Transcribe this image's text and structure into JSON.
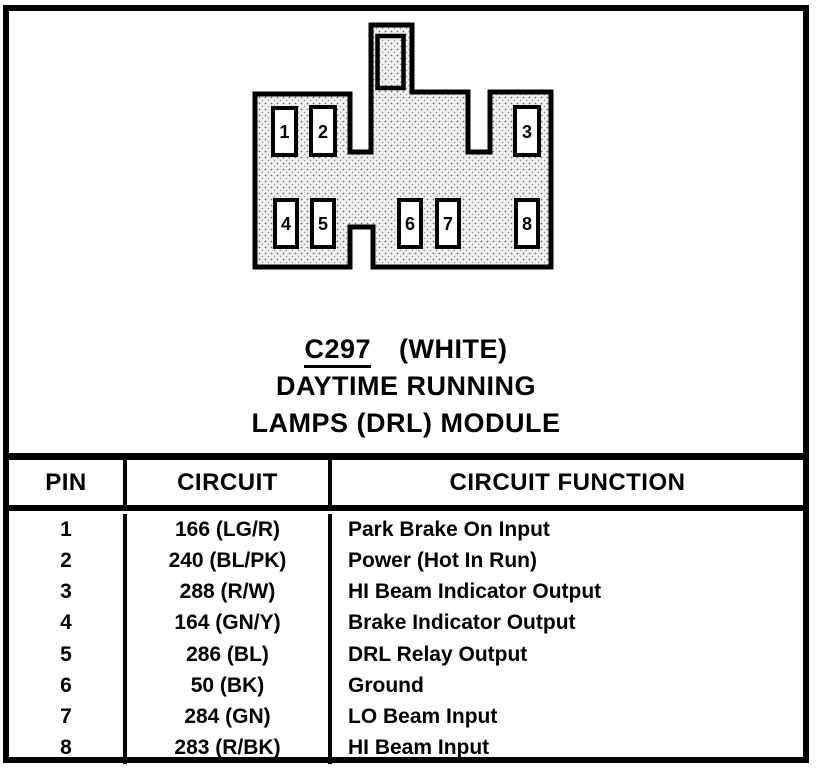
{
  "page": {
    "ink_color": "#000000",
    "paper_color": "#ffffff",
    "connector_fill": "#ededed"
  },
  "connector": {
    "pins_top": [
      "1",
      "2",
      "3"
    ],
    "pins_bottom": [
      "4",
      "5",
      "6",
      "7",
      "8"
    ]
  },
  "caption": {
    "id": "C297",
    "color_note": "(WHITE)",
    "line2": "DAYTIME RUNNING",
    "line3": "LAMPS (DRL) MODULE"
  },
  "pin_table": {
    "headers": {
      "pin": "PIN",
      "circuit": "CIRCUIT",
      "function": "CIRCUIT FUNCTION"
    },
    "rows": [
      {
        "pin": "1",
        "circuit": "166 (LG/R)",
        "function": "Park Brake On Input"
      },
      {
        "pin": "2",
        "circuit": "240 (BL/PK)",
        "function": "Power (Hot In Run)"
      },
      {
        "pin": "3",
        "circuit": "288 (R/W)",
        "function": "HI Beam Indicator Output"
      },
      {
        "pin": "4",
        "circuit": "164 (GN/Y)",
        "function": "Brake Indicator Output"
      },
      {
        "pin": "5",
        "circuit": "286 (BL)",
        "function": "DRL Relay Output"
      },
      {
        "pin": "6",
        "circuit": "50 (BK)",
        "function": "Ground"
      },
      {
        "pin": "7",
        "circuit": "284 (GN)",
        "function": "LO Beam Input"
      },
      {
        "pin": "8",
        "circuit": "283 (R/BK)",
        "function": "HI Beam Input"
      }
    ]
  }
}
